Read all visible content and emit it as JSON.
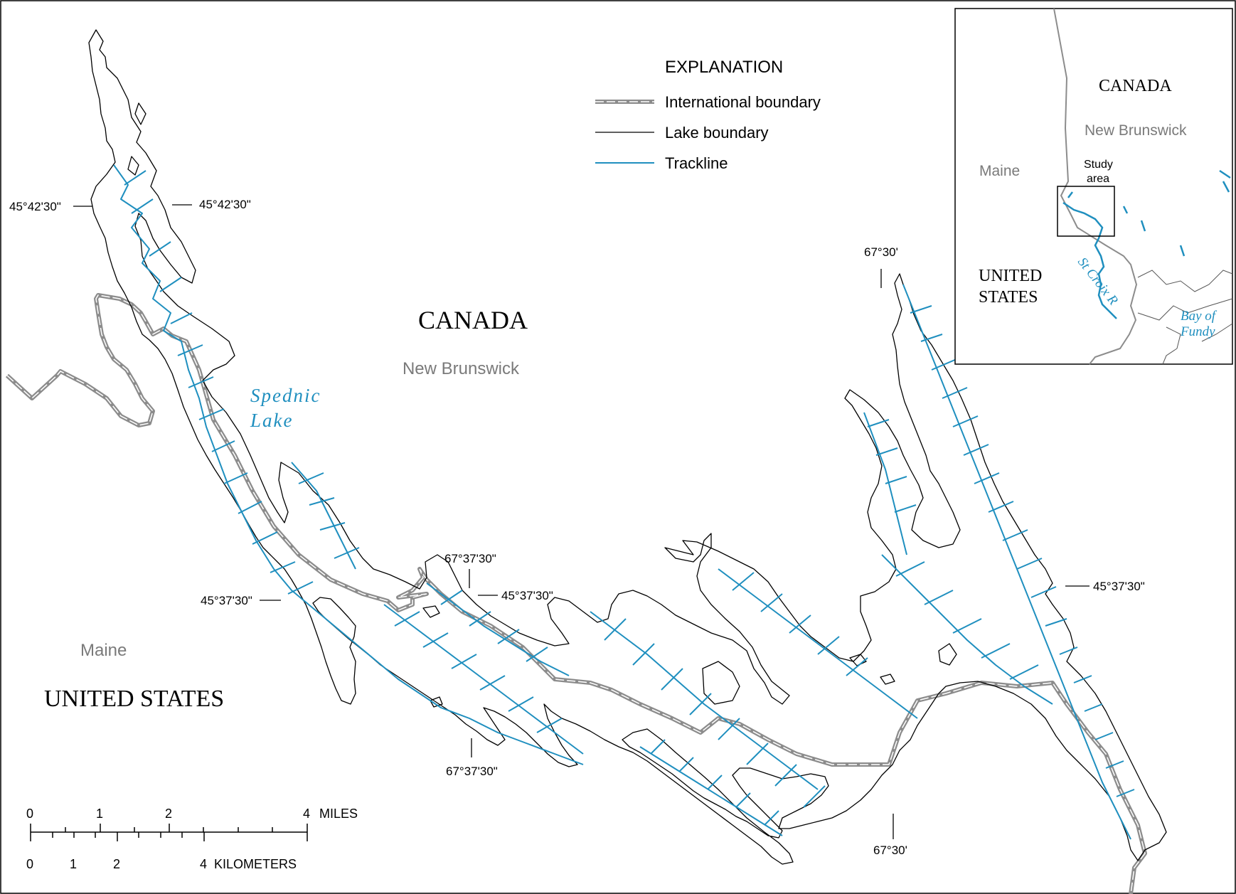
{
  "colors": {
    "lake_outline": "#000000",
    "trackline": "#1f8fbf",
    "boundary_outer": "#8c8c8c",
    "boundary_inner": "#ffffff",
    "gray_label": "#7a7a7a",
    "water_label": "#1f8fbf"
  },
  "labels": {
    "canada": "CANADA",
    "new_brunswick": "New Brunswick",
    "lake_name_line1": "Spednic",
    "lake_name_line2": "Lake",
    "maine": "Maine",
    "united_states": "UNITED STATES"
  },
  "legend": {
    "title": "EXPLANATION",
    "items": [
      {
        "key": "international",
        "label": "International boundary"
      },
      {
        "key": "lake",
        "label": "Lake boundary"
      },
      {
        "key": "trackline",
        "label": "Trackline"
      }
    ]
  },
  "coords": {
    "lat_nw_left": "45°42'30\"",
    "lat_nw_right": "45°42'30\"",
    "lat_sw_left": "45°37'30\"",
    "lat_mid": "45°37'30\"",
    "lat_east": "45°37'30\"",
    "lon_west_top": "67°37'30\"",
    "lon_west_bottom": "67°37'30\"",
    "lon_east_top": "67°30'",
    "lon_east_bottom": "67°30'"
  },
  "scale": {
    "miles_ticks": [
      "0",
      "1",
      "2",
      "4"
    ],
    "miles_unit": "MILES",
    "km_ticks": [
      "0",
      "1",
      "2",
      "4"
    ],
    "km_unit": "KILOMETERS"
  },
  "inset": {
    "canada": "CANADA",
    "new_brunswick": "New Brunswick",
    "maine": "Maine",
    "united_states_line1": "UNITED",
    "united_states_line2": "STATES",
    "study_area_line1": "Study",
    "study_area_line2": "area",
    "river_label": "St Croix R",
    "bay_line1": "Bay of",
    "bay_line2": "Fundy"
  }
}
